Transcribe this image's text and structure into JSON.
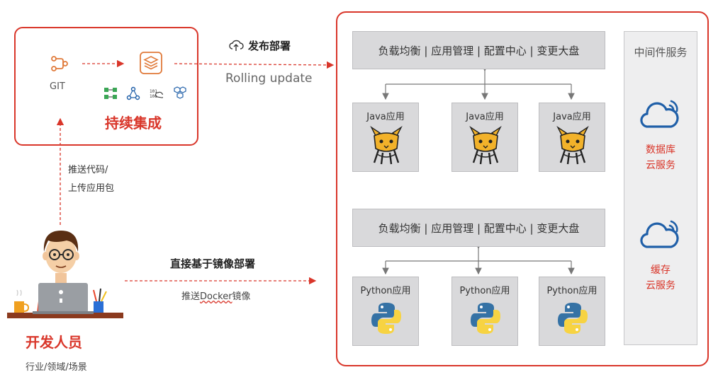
{
  "ci": {
    "git_label": "GIT",
    "title": "持续集成",
    "tool_icons": [
      "pipeline-icon",
      "graph-icon",
      "binary-cloud-icon",
      "hexagon-cluster-icon"
    ]
  },
  "deploy": {
    "title": "发布部署",
    "subtitle": "Rolling update"
  },
  "cluster": {
    "java_group": {
      "bar_label": "负载均衡 | 应用管理 | 配置中心 | 变更大盘",
      "apps": [
        "Java应用",
        "Java应用",
        "Java应用"
      ]
    },
    "python_group": {
      "bar_label": "负载均衡 | 应用管理 | 配置中心 | 变更大盘",
      "apps": [
        "Python应用",
        "Python应用",
        "Python应用"
      ]
    },
    "middleware": {
      "title": "中间件服务",
      "services": [
        {
          "line1": "数据库",
          "line2": "云服务"
        },
        {
          "line1": "缓存",
          "line2": "云服务"
        }
      ]
    }
  },
  "push_code": {
    "line1": "推送代码/",
    "line2": "上传应用包"
  },
  "direct": {
    "title": "直接基于镜像部署",
    "push_prefix": "推送",
    "push_docker": "Docker",
    "push_suffix": "镜像"
  },
  "developer": {
    "title": "开发人员",
    "subtitle": "行业/领域/场景"
  },
  "colors": {
    "accent": "#d9362a",
    "gray_box": "#d9d9db",
    "icon_blue": "#1f5fa8"
  }
}
